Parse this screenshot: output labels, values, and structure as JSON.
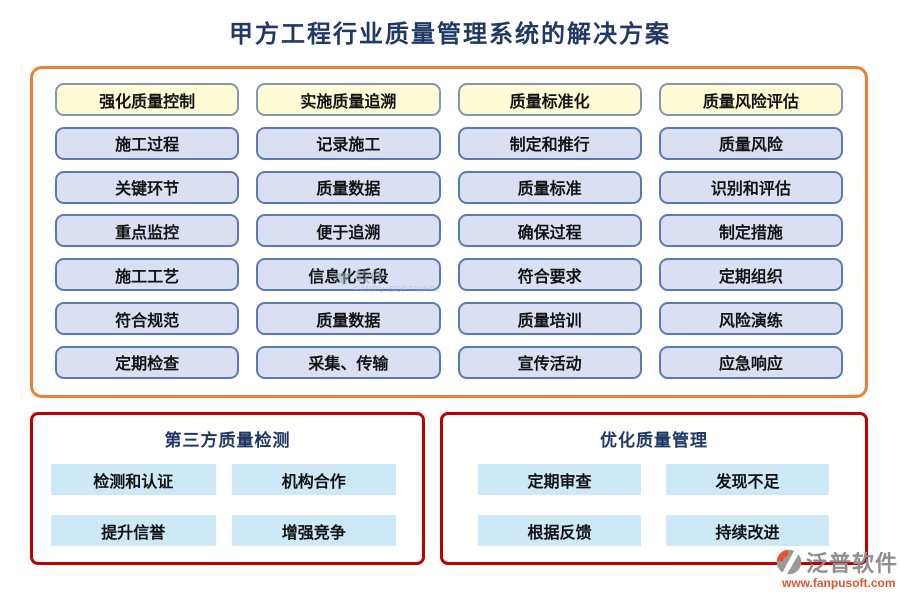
{
  "title": "甲方工程行业质量管理系统的解决方案",
  "colors": {
    "title_navy": "#1F3864",
    "main_panel_border_orange": "#ED7D31",
    "header_button_fill_yellow": "#FFFCD5",
    "item_button_fill_blue": "#DAE0F2",
    "item_button_border_blue": "#5B79B7",
    "bottom_panel_border_red": "#C00000",
    "bottom_button_fill_skyblue": "#CDE9F8",
    "logo_gray": "#8f8f8f",
    "logo_orange": "#E2552E"
  },
  "main_panel": {
    "columns": [
      {
        "header": "强化质量控制",
        "items": [
          "施工过程",
          "关键环节",
          "重点监控",
          "施工工艺",
          "符合规范",
          "定期检查"
        ]
      },
      {
        "header": "实施质量追溯",
        "items": [
          "记录施工",
          "质量数据",
          "便于追溯",
          "信息化手段",
          "质量数据",
          "采集、传输"
        ]
      },
      {
        "header": "质量标准化",
        "items": [
          "制定和推行",
          "质量标准",
          "确保过程",
          "符合要求",
          "质量培训",
          "宣传活动"
        ]
      },
      {
        "header": "质量风险评估",
        "items": [
          "质量风险",
          "识别和评估",
          "制定措施",
          "定期组织",
          "风险演练",
          "应急响应"
        ]
      }
    ]
  },
  "bottom_panels": [
    {
      "title": "第三方质量检测",
      "items": [
        "检测和认证",
        "机构合作",
        "提升信誉",
        "增强竞争"
      ]
    },
    {
      "title": "优化质量管理",
      "items": [
        "定期审查",
        "发现不足",
        "根据反馈",
        "持续改进"
      ]
    }
  ],
  "watermark": {
    "text": "软件",
    "subtext": "FANPU SOFTWARE"
  },
  "logo": {
    "text": "泛普软件",
    "url": "www.fanpusoft.com"
  }
}
